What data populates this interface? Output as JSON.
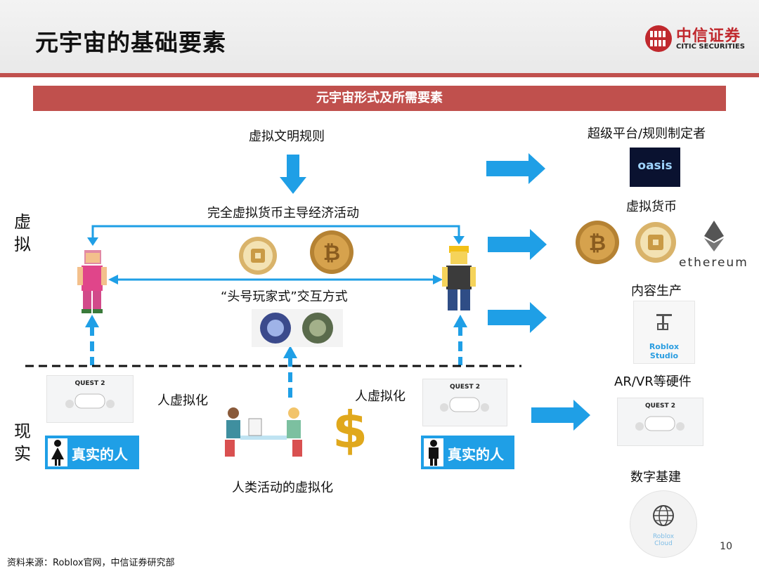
{
  "header": {
    "title": "元宇宙的基础要素",
    "logo_name": "中信证券",
    "logo_en": "CITIC SECURITIES"
  },
  "banner": "元宇宙形式及所需要素",
  "side_labels": {
    "virtual": "虚\n拟",
    "real": "现\n实"
  },
  "left_diagram": {
    "rules": "虚拟文明规则",
    "currency_activity": "完全虚拟货币主导经济活动",
    "interaction": "“头号玩家式”交互方式",
    "virtualize_left": "人虚拟化",
    "virtualize_right": "人虚拟化",
    "human_activity": "人类活动的虚拟化",
    "real_person_left": "真实的人",
    "real_person_right": "真实的人",
    "quest_label": "QUEST 2"
  },
  "right_column": {
    "platform": "超级平台/规则制定者",
    "oasis_logo": "oasis",
    "virtual_currency": "虚拟货币",
    "ethereum": "ethereum",
    "content": "内容生产",
    "roblox_studio": "Roblox\nStudio",
    "hardware": "AR/VR等硬件",
    "quest_label": "QUEST 2",
    "infrastructure": "数字基建",
    "roblox_cloud": "Roblox\nCloud"
  },
  "footer": {
    "source": "资料来源：Roblox官网，中信证券研究部",
    "page": "10"
  },
  "colors": {
    "accent_red": "#c0504d",
    "arrow_blue": "#1f9fe6"
  }
}
